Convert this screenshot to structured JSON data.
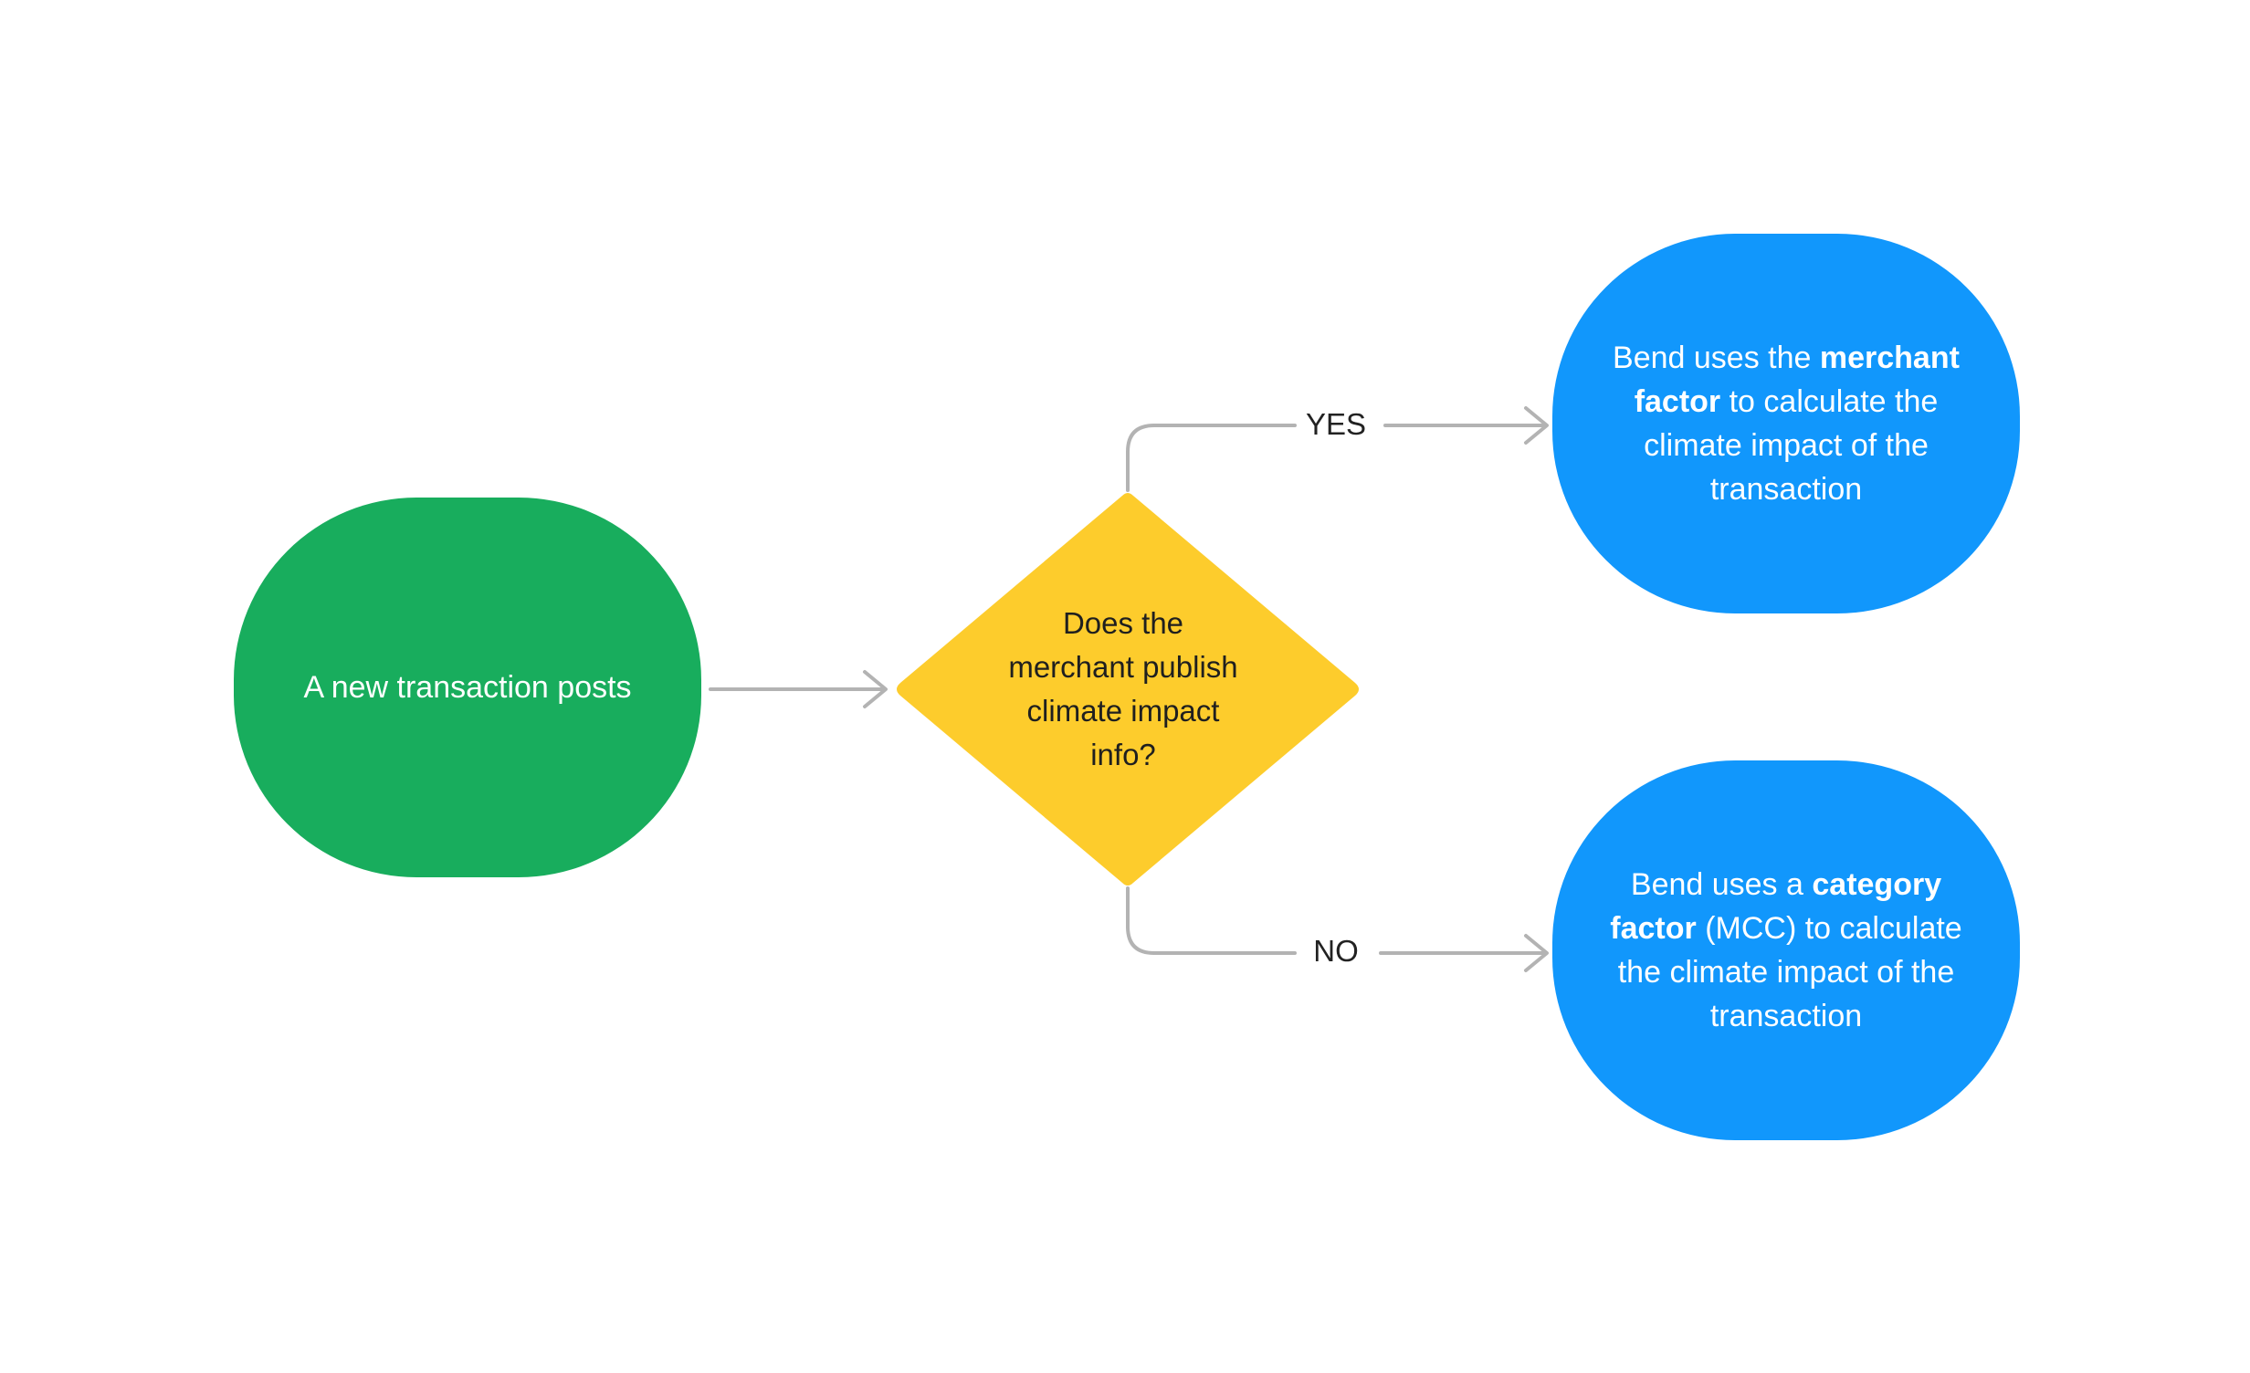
{
  "colors": {
    "start": "#18ad5d",
    "decision": "#fdcc2c",
    "result": "#1197fc",
    "connector": "#b3b3b3",
    "text_light": "#ffffff",
    "text_dark": "#1f1f1f"
  },
  "nodes": {
    "start": {
      "text": "A new transaction posts"
    },
    "decision": {
      "text": "Does the merchant publish climate impact info?"
    },
    "merchant_factor": {
      "prefix": "Bend uses the ",
      "bold": "merchant factor",
      "suffix": " to calculate the climate impact of the transaction"
    },
    "category_factor": {
      "prefix": "Bend uses a ",
      "bold": "category factor",
      "suffix": " (MCC) to calculate the climate impact of the transaction"
    }
  },
  "edges": {
    "yes_label": "YES",
    "no_label": "NO"
  }
}
